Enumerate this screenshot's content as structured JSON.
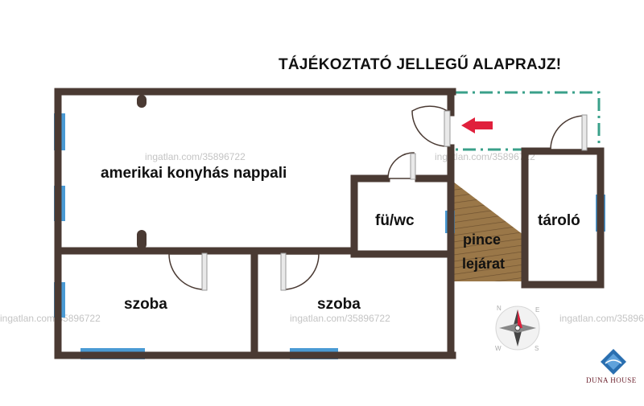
{
  "title": "TÁJÉKOZTATÓ JELLEGŰ ALAPRAJZ!",
  "rooms": {
    "living": "amerikai konyhás nappali",
    "bathroom": "fü/wc",
    "storage": "tároló",
    "basement_line1": "pince",
    "basement_line2": "lejárat",
    "bedroom_left": "szoba",
    "bedroom_right": "szoba"
  },
  "watermark": "ingatlan.com/35896722",
  "compass": {
    "n": "N",
    "e": "E",
    "s": "S",
    "w": "W"
  },
  "brand": "DUNA HOUSE",
  "colors": {
    "wall": "#4a3a33",
    "window": "#4a9ad4",
    "stair": "#8c6a3c",
    "entrance_line": "#3aa08a",
    "arrow": "#e0203c",
    "brand": "#2a6fb0"
  }
}
